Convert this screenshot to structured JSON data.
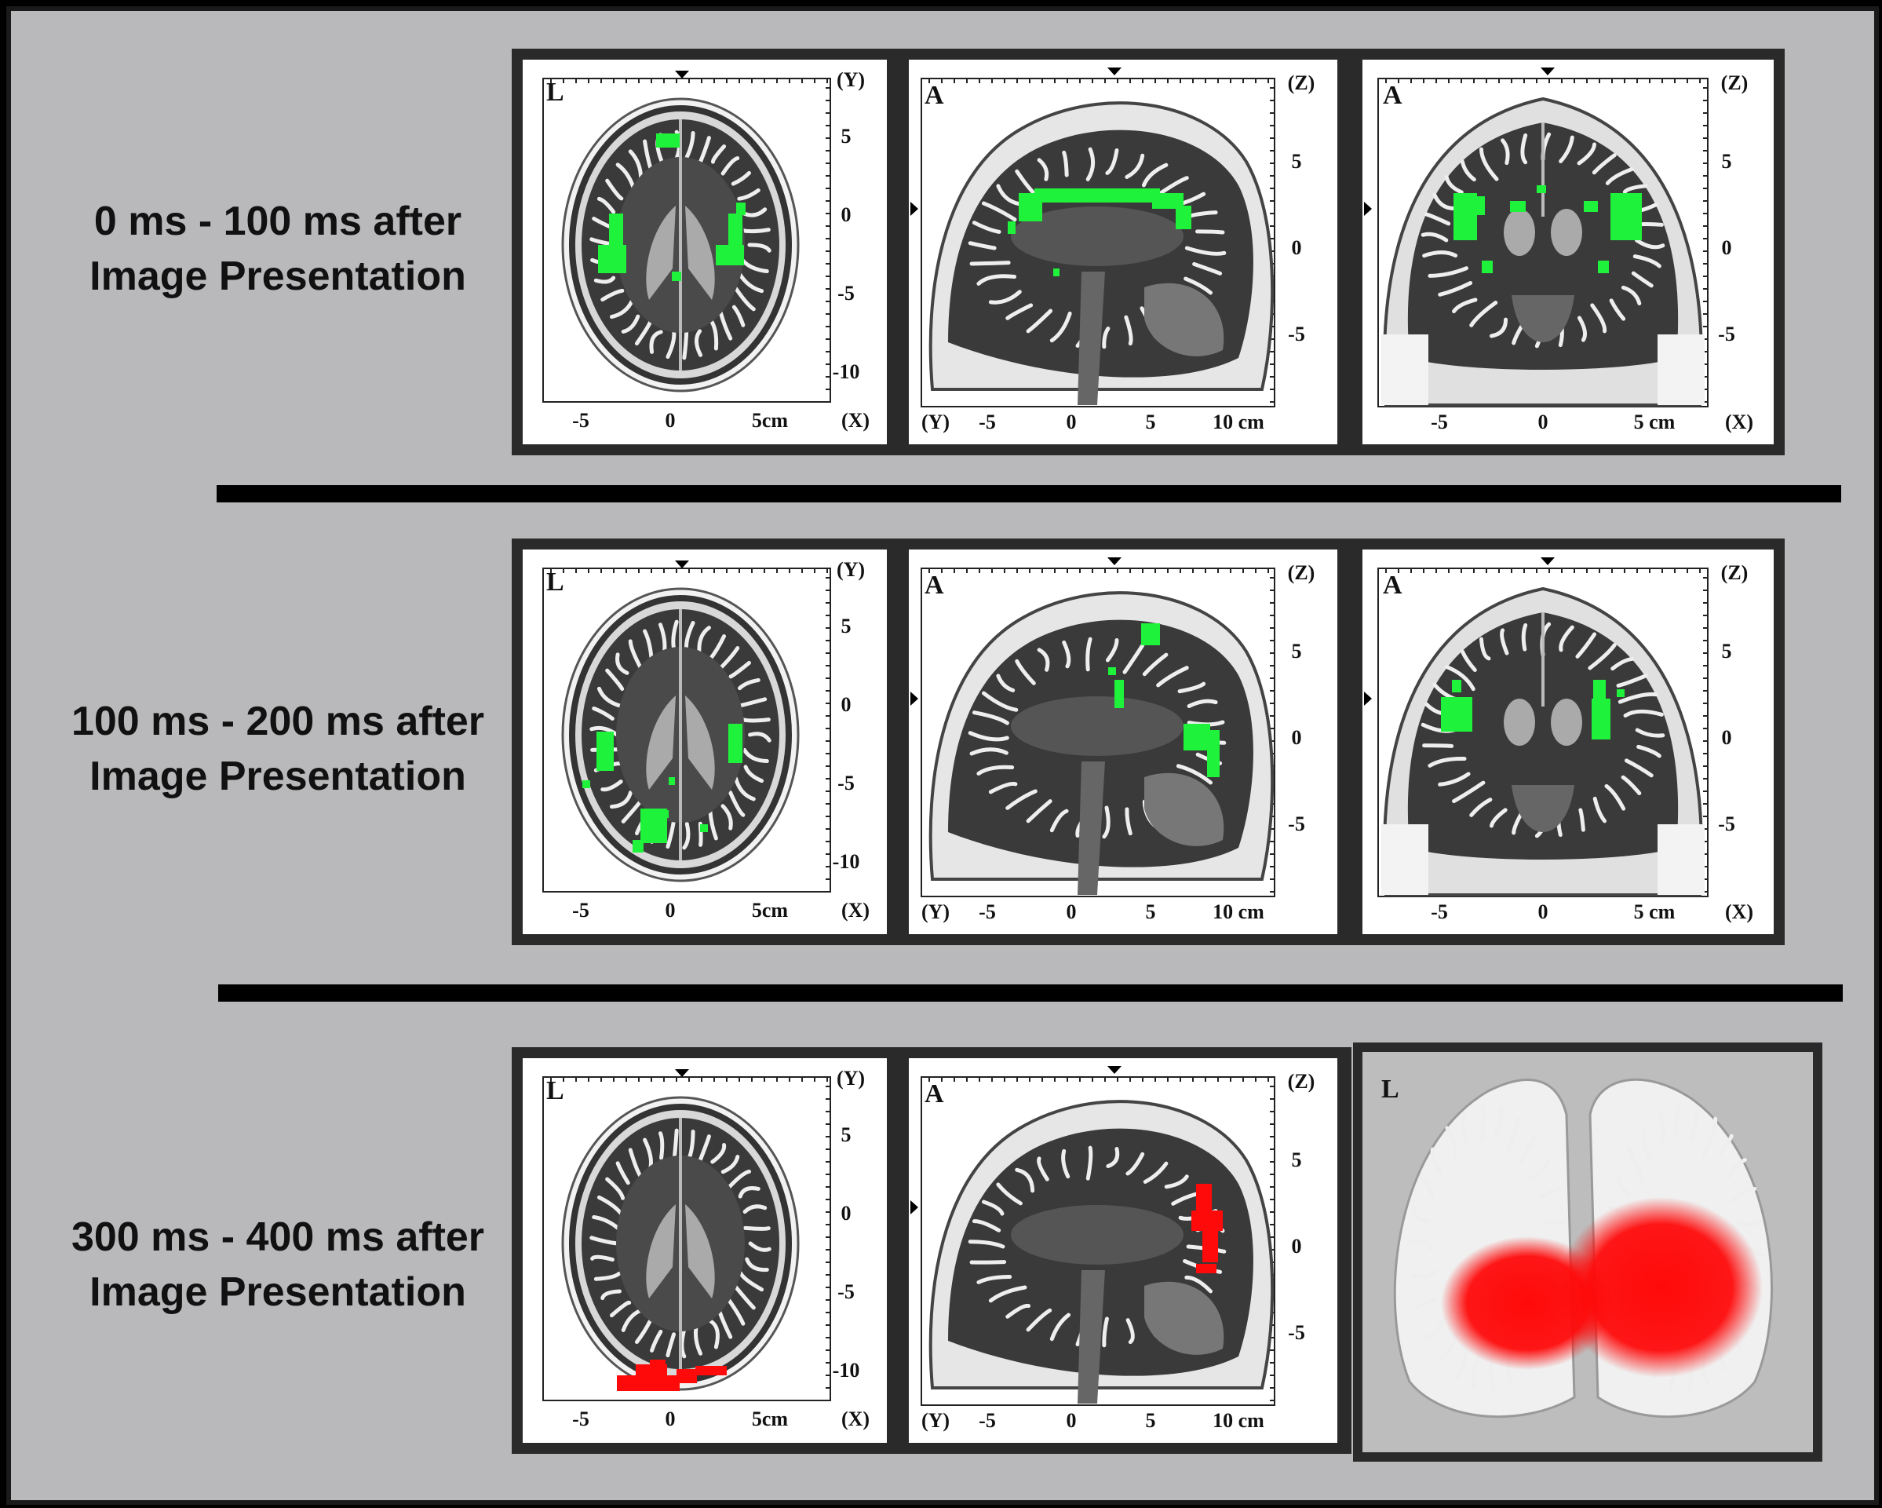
{
  "rows": [
    {
      "label_line1": "0 ms - 100 ms after",
      "label_line2": "Image Presentation",
      "color": "#1ef23a",
      "axial": {
        "corner": "L",
        "y_axis": "(Y)",
        "x_axis": "(X)",
        "y_ticks": [
          "5",
          "0",
          "-5",
          "-10"
        ],
        "x_ticks": [
          "-5",
          "0",
          "5cm"
        ]
      },
      "sagittal": {
        "corner": "A",
        "z_axis": "(Z)",
        "y_axis": "(Y)",
        "z_ticks": [
          "5",
          "0",
          "-5"
        ],
        "x_ticks": [
          "-5",
          "0",
          "5",
          "10 cm"
        ]
      },
      "coronal": {
        "corner": "A",
        "z_axis": "(Z)",
        "x_axis": "(X)",
        "z_ticks": [
          "5",
          "0",
          "-5"
        ],
        "x_ticks": [
          "-5",
          "0",
          "5 cm"
        ]
      }
    },
    {
      "label_line1": "100 ms - 200 ms after",
      "label_line2": "Image Presentation",
      "color": "#1ef23a",
      "axial": {
        "corner": "L",
        "y_axis": "(Y)",
        "x_axis": "(X)",
        "y_ticks": [
          "5",
          "0",
          "-5",
          "-10"
        ],
        "x_ticks": [
          "-5",
          "0",
          "5cm"
        ]
      },
      "sagittal": {
        "corner": "A",
        "z_axis": "(Z)",
        "y_axis": "(Y)",
        "z_ticks": [
          "5",
          "0",
          "-5"
        ],
        "x_ticks": [
          "-5",
          "0",
          "5",
          "10 cm"
        ]
      },
      "coronal": {
        "corner": "A",
        "z_axis": "(Z)",
        "x_axis": "(X)",
        "z_ticks": [
          "5",
          "0",
          "-5"
        ],
        "x_ticks": [
          "-5",
          "0",
          "5 cm"
        ]
      }
    },
    {
      "label_line1": "300 ms - 400 ms after",
      "label_line2": "Image Presentation",
      "color": "#ff0a0a",
      "axial": {
        "corner": "L",
        "y_axis": "(Y)",
        "x_axis": "(X)",
        "y_ticks": [
          "5",
          "0",
          "-5",
          "-10"
        ],
        "x_ticks": [
          "-5",
          "0",
          "5cm"
        ]
      },
      "sagittal": {
        "corner": "A",
        "z_axis": "(Z)",
        "y_axis": "(Y)",
        "z_ticks": [
          "5",
          "0",
          "-5"
        ],
        "x_ticks": [
          "-5",
          "0",
          "5",
          "10 cm"
        ]
      },
      "surface": {
        "corner": "L"
      }
    }
  ]
}
